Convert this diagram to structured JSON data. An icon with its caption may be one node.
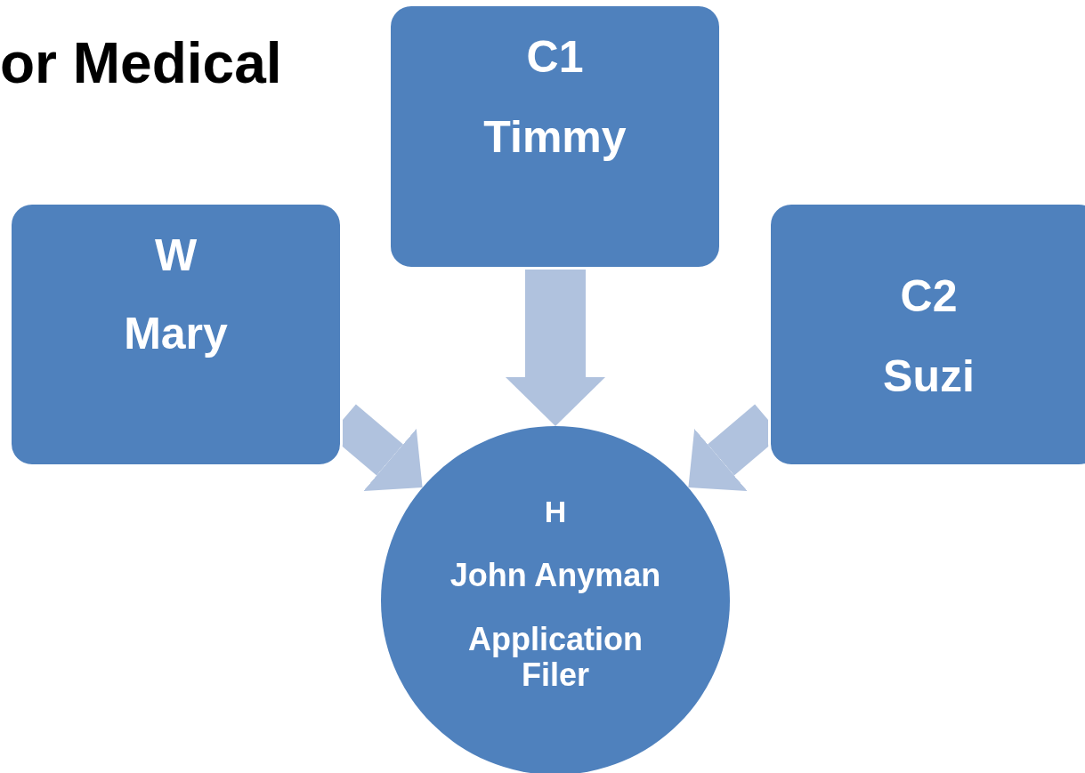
{
  "diagram": {
    "nodes": [
      {
        "text": [
          "W",
          "Mary"
        ]
      },
      {
        "text": [
          "C1",
          "Timmy"
        ]
      },
      {
        "text": [
          "C2",
          "Suzi"
        ]
      },
      {
        "text": [
          "H",
          "John Anyman",
          "Application Filer"
        ]
      }
    ],
    "edges": [
      {
        "from": 0,
        "to": 3,
        "arrow": "to"
      },
      {
        "from": 1,
        "to": 3,
        "arrow": "to"
      },
      {
        "from": 2,
        "to": 3,
        "arrow": "to"
      }
    ],
    "labels": [
      "or Medical"
    ]
  }
}
